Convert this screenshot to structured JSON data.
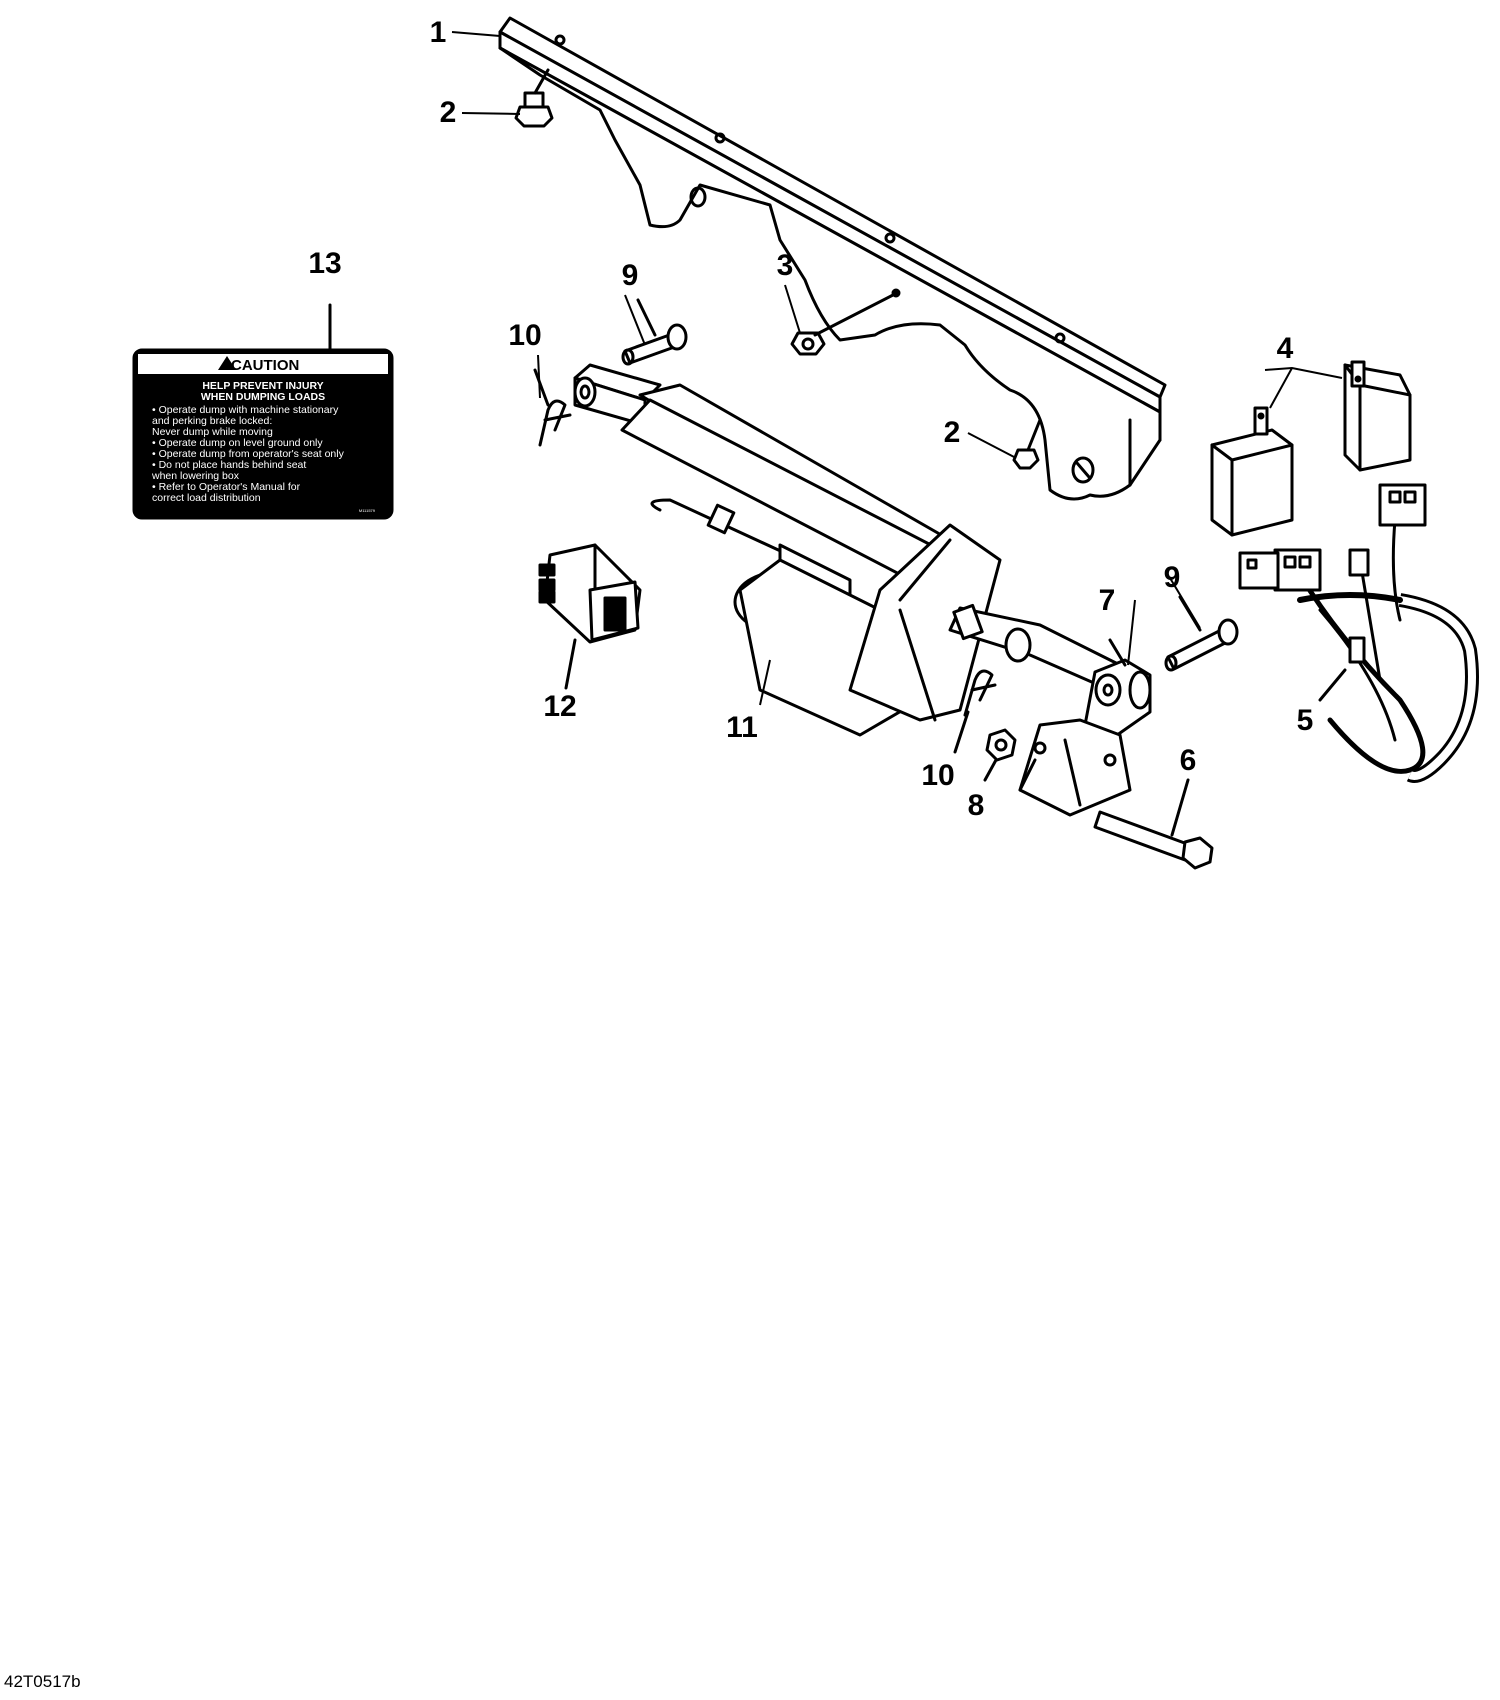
{
  "callouts": {
    "c1": "1",
    "c2a": "2",
    "c2b": "2",
    "c3": "3",
    "c4": "4",
    "c5": "5",
    "c6": "6",
    "c7": "7",
    "c8": "8",
    "c9a": "9",
    "c9b": "9",
    "c10a": "10",
    "c10b": "10",
    "c11": "11",
    "c12": "12",
    "c13": "13"
  },
  "decal": {
    "title": "CAUTION",
    "heading": [
      "HELP PREVENT INJURY",
      "WHEN DUMPING LOADS"
    ],
    "lines": [
      "• Operate dump with machine stationary",
      "  and perking brake locked:",
      "  Never dump while moving",
      "• Operate dump on level ground only",
      "• Operate dump from operator's seat only",
      "• Do not place hands behind seat",
      "  when lowering box",
      "• Refer to Operator's Manual for",
      "  correct load distribution"
    ],
    "code": "M111579"
  },
  "figure_id": "42T0517b"
}
